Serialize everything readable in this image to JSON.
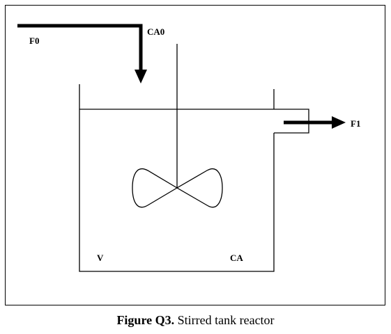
{
  "diagram": {
    "labels": {
      "inlet_flow": "F0",
      "inlet_concentration": "CA0",
      "outlet_flow": "F1",
      "volume": "V",
      "tank_concentration": "CA"
    }
  },
  "caption": {
    "label": "Figure Q3.",
    "text": "Stirred tank reactor"
  }
}
